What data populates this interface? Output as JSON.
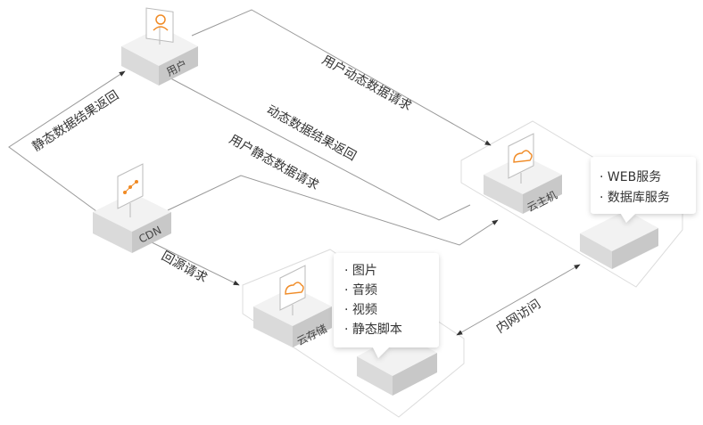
{
  "nodes": {
    "user": {
      "label": "用户"
    },
    "cdn": {
      "label": "CDN"
    },
    "cloud_host": {
      "label": "云主机"
    },
    "cloud_storage": {
      "label": "云存储"
    }
  },
  "edges": {
    "user_dynamic_request": "用户动态数据请求",
    "dynamic_result_return": "动态数据结果返回",
    "user_static_request": "用户静态数据请求",
    "static_result_return": "静态数据结果返回",
    "origin_request": "回源请求",
    "intranet_access": "内网访问"
  },
  "cards": {
    "host_services": [
      "· WEB服务",
      "· 数据库服务"
    ],
    "storage_contents": [
      "· 图片",
      "· 音频",
      "· 视频",
      "· 静态脚本"
    ]
  },
  "colors": {
    "accent": "#f08a24",
    "line": "#9a9a9a",
    "cube_top": "#f2f2f2",
    "cube_left": "#d8d8d8",
    "cube_right": "#c6c6c6"
  }
}
